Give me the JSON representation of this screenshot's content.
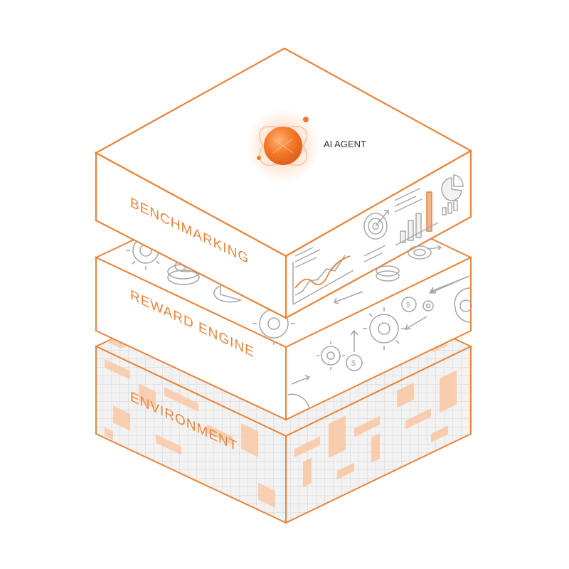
{
  "agent": {
    "label": "AI AGENT"
  },
  "layers": [
    {
      "id": "benchmarking",
      "label": "BENCHMARKING"
    },
    {
      "id": "reward-engine",
      "label": "REWARD ENGINE"
    },
    {
      "id": "environment",
      "label": "ENVIRONMENT"
    }
  ],
  "colors": {
    "accent": "#e8843a",
    "accent_fill": "#f9c9a6",
    "icon_gray": "#9a9a9a",
    "grid_gray": "#dcdcdc",
    "text_dark": "#333333"
  }
}
